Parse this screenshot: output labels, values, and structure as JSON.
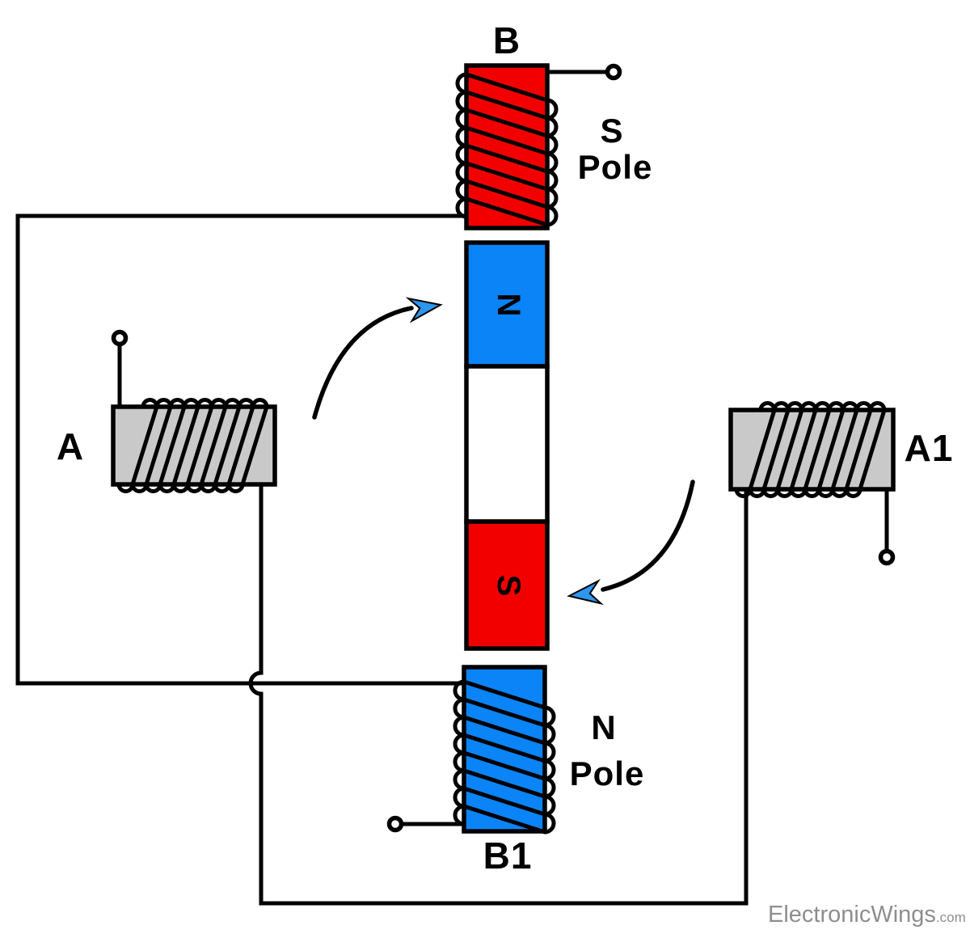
{
  "diagram": {
    "coils": {
      "b": {
        "label": "B"
      },
      "b1": {
        "label": "B1"
      },
      "a": {
        "label": "A"
      },
      "a1": {
        "label": "A1"
      }
    },
    "poles": {
      "top": {
        "line1": "S",
        "line2": "Pole"
      },
      "bottom": {
        "line1": "N",
        "line2": "Pole"
      }
    },
    "rotor": {
      "north": "N",
      "south": "S"
    }
  },
  "watermark": {
    "brand": "ElectronicWings",
    "tld": ".com"
  },
  "colors": {
    "coil_red": "#f20000",
    "coil_blue": "#0a84f7",
    "coil_gray": "#c9c9c9",
    "rotor_north_blue": "#0a84f7",
    "rotor_gap_white": "#ffffff",
    "rotor_south_red": "#f20000",
    "arrowhead_blue": "#2d97f0",
    "watermark_gray": "#8e8e8e"
  }
}
